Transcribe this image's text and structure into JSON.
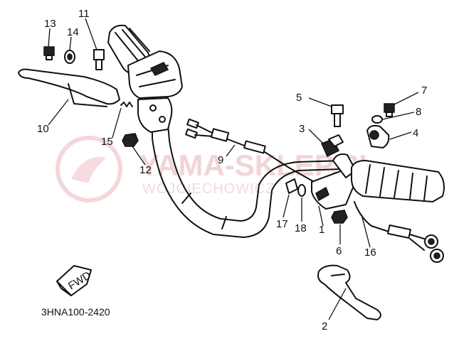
{
  "diagram": {
    "part_numbers": [
      "1",
      "2",
      "3",
      "4",
      "5",
      "6",
      "7",
      "8",
      "9",
      "10",
      "11",
      "12",
      "13",
      "14",
      "15",
      "16",
      "17",
      "18"
    ],
    "fwd_label": "FWD",
    "drawing_code": "3HNA100-2420",
    "watermark": {
      "brand": "YAMA-SKLEP.PL",
      "location": "WOJCIECHOWICZ"
    }
  }
}
